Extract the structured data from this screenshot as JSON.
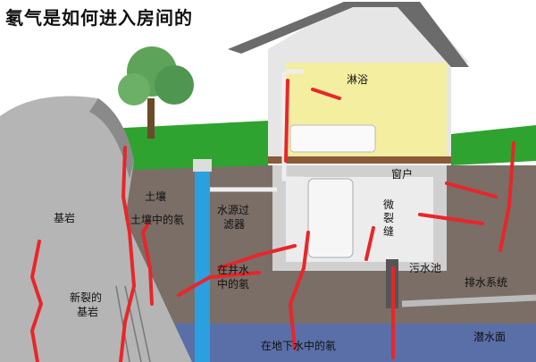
{
  "title": "氡气是如何进入房间的",
  "labels": {
    "shower": "淋浴",
    "window": "窗户",
    "soil": "土壤",
    "bedrock": "基岩",
    "radon_in_soil": "土壤中的氡",
    "water_filter_1": "水源过",
    "water_filter_2": "滤器",
    "micro_cracks": "微裂缝",
    "radon_in_well_1": "在井水",
    "radon_in_well_2": "中的氡",
    "sump": "污水池",
    "drainage": "排水系统",
    "fractured_1": "新裂的",
    "fractured_2": "基岩",
    "radon_in_groundwater": "在地下水中的氡",
    "water_table": "潜水面"
  },
  "colors": {
    "arrow": "#e8262a",
    "grass": "#2fa32f",
    "soil": "#7a6e66",
    "water": "#5a6fa8",
    "bedrock": "#b8b8b8",
    "interior": "#f3eea0",
    "roof": "#6b6b6b",
    "well": "#2aa0e0"
  }
}
